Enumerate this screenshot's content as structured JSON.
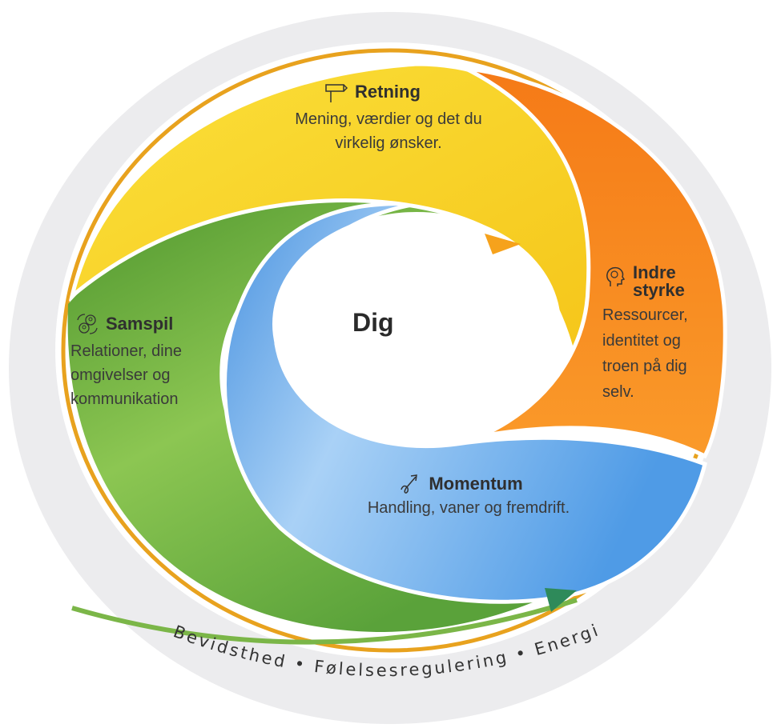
{
  "center": {
    "label": "Dig"
  },
  "segments": [
    {
      "id": "retning",
      "title": "Retning",
      "description": "Mening, værdier og det du virkelig ønsker.",
      "icon": "signpost-icon",
      "color": "#f7d320"
    },
    {
      "id": "indre-styrke",
      "title_line1": "Indre",
      "title_line2": "styrke",
      "description_lines": [
        "Ressourcer,",
        "identitet og",
        "troen på dig",
        "selv."
      ],
      "icon": "head-brain-icon",
      "color": "#f7861e"
    },
    {
      "id": "momentum",
      "title": "Momentum",
      "description": "Handling, vaner og fremdrift.",
      "icon": "growth-arrow-icon",
      "color": "#5aa5e8"
    },
    {
      "id": "samspil",
      "title": "Samspil",
      "description_lines": [
        "Relationer, dine",
        "omgivelser og",
        "kommunikation"
      ],
      "icon": "people-cycle-icon",
      "color": "#6aad3c"
    }
  ],
  "outer_ring": {
    "text": "Bevidsthed • Følelsesregulering • Energi",
    "color": "#ececee"
  }
}
